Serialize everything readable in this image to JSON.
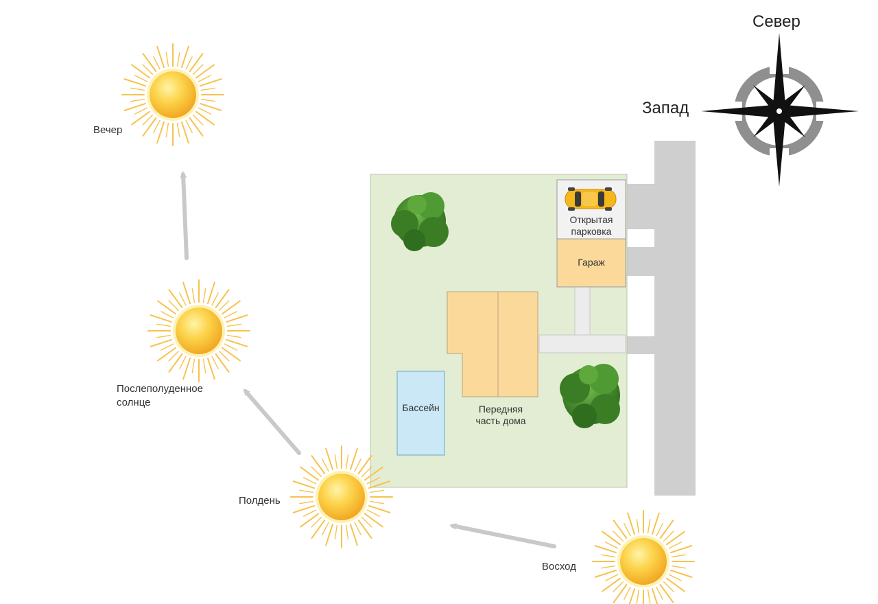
{
  "compass": {
    "north_label": "Север",
    "west_label": "Запад"
  },
  "sun_path": {
    "sunrise_label": "Восход",
    "noon_label": "Полдень",
    "afternoon_label_line1": "Послеполуденное",
    "afternoon_label_line2": "солнце",
    "evening_label": "Вечер"
  },
  "plot": {
    "parking_label_line1": "Открытая",
    "parking_label_line2": "парковка",
    "garage_label": "Гараж",
    "house_label_line1": "Передняя",
    "house_label_line2": "часть дома",
    "pool_label": "Бассейн"
  },
  "colors": {
    "lawn": "#e3edd3",
    "house": "#fbd99a",
    "pool": "#cbe8f7",
    "road": "#cfcfcf",
    "car": "#f5b81c",
    "tree": "#3e8d2a",
    "sun_core": "#f9b72a",
    "sun_ray": "#f7c24d",
    "arrow": "#c9c9c9"
  }
}
